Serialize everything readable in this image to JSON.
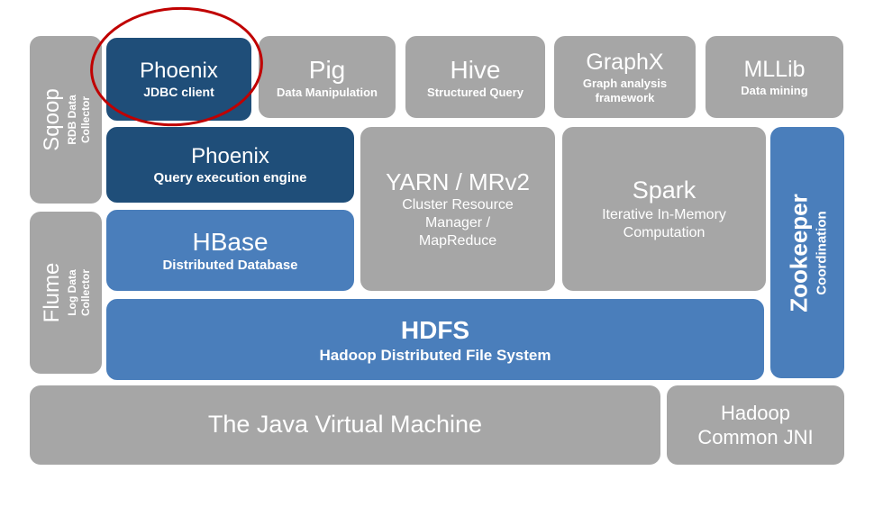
{
  "colors": {
    "box_gray": "#a6a6a6",
    "box_dark_blue": "#1f4e79",
    "box_blue": "#4a7ebb",
    "annotation_red": "#c00000",
    "box_text": "#ffffff",
    "background": "#ffffff"
  },
  "annotation": {
    "shape": "ellipse",
    "color": "#c00000",
    "highlights": "Phoenix JDBC client box"
  },
  "boxes": {
    "sqoop": {
      "title": "Sqoop",
      "subtitle": "RDB Data Collector"
    },
    "flume": {
      "title": "Flume",
      "subtitle": "Log Data Collector"
    },
    "phoenix_client": {
      "title": "Phoenix",
      "subtitle": "JDBC client"
    },
    "pig": {
      "title": "Pig",
      "subtitle": "Data Manipulation"
    },
    "hive": {
      "title": "Hive",
      "subtitle": "Structured Query"
    },
    "graphx": {
      "title": "GraphX",
      "subtitle": "Graph analysis framework"
    },
    "mllib": {
      "title": "MLLib",
      "subtitle": "Data mining"
    },
    "phoenix_engine": {
      "title": "Phoenix",
      "subtitle": "Query execution engine"
    },
    "yarn": {
      "title": "YARN / MRv2",
      "subtitle": "Cluster Resource Manager / MapReduce"
    },
    "spark": {
      "title": "Spark",
      "subtitle": "Iterative In-Memory Computation"
    },
    "zookeeper": {
      "title": "Zookeeper",
      "subtitle": "Coordination"
    },
    "hbase": {
      "title": "HBase",
      "subtitle": "Distributed Database"
    },
    "hdfs": {
      "title": "HDFS",
      "subtitle": "Hadoop Distributed File System"
    },
    "jvm": {
      "title": "The Java Virtual Machine"
    },
    "hadoop_common": {
      "title": "Hadoop Common JNI"
    }
  }
}
